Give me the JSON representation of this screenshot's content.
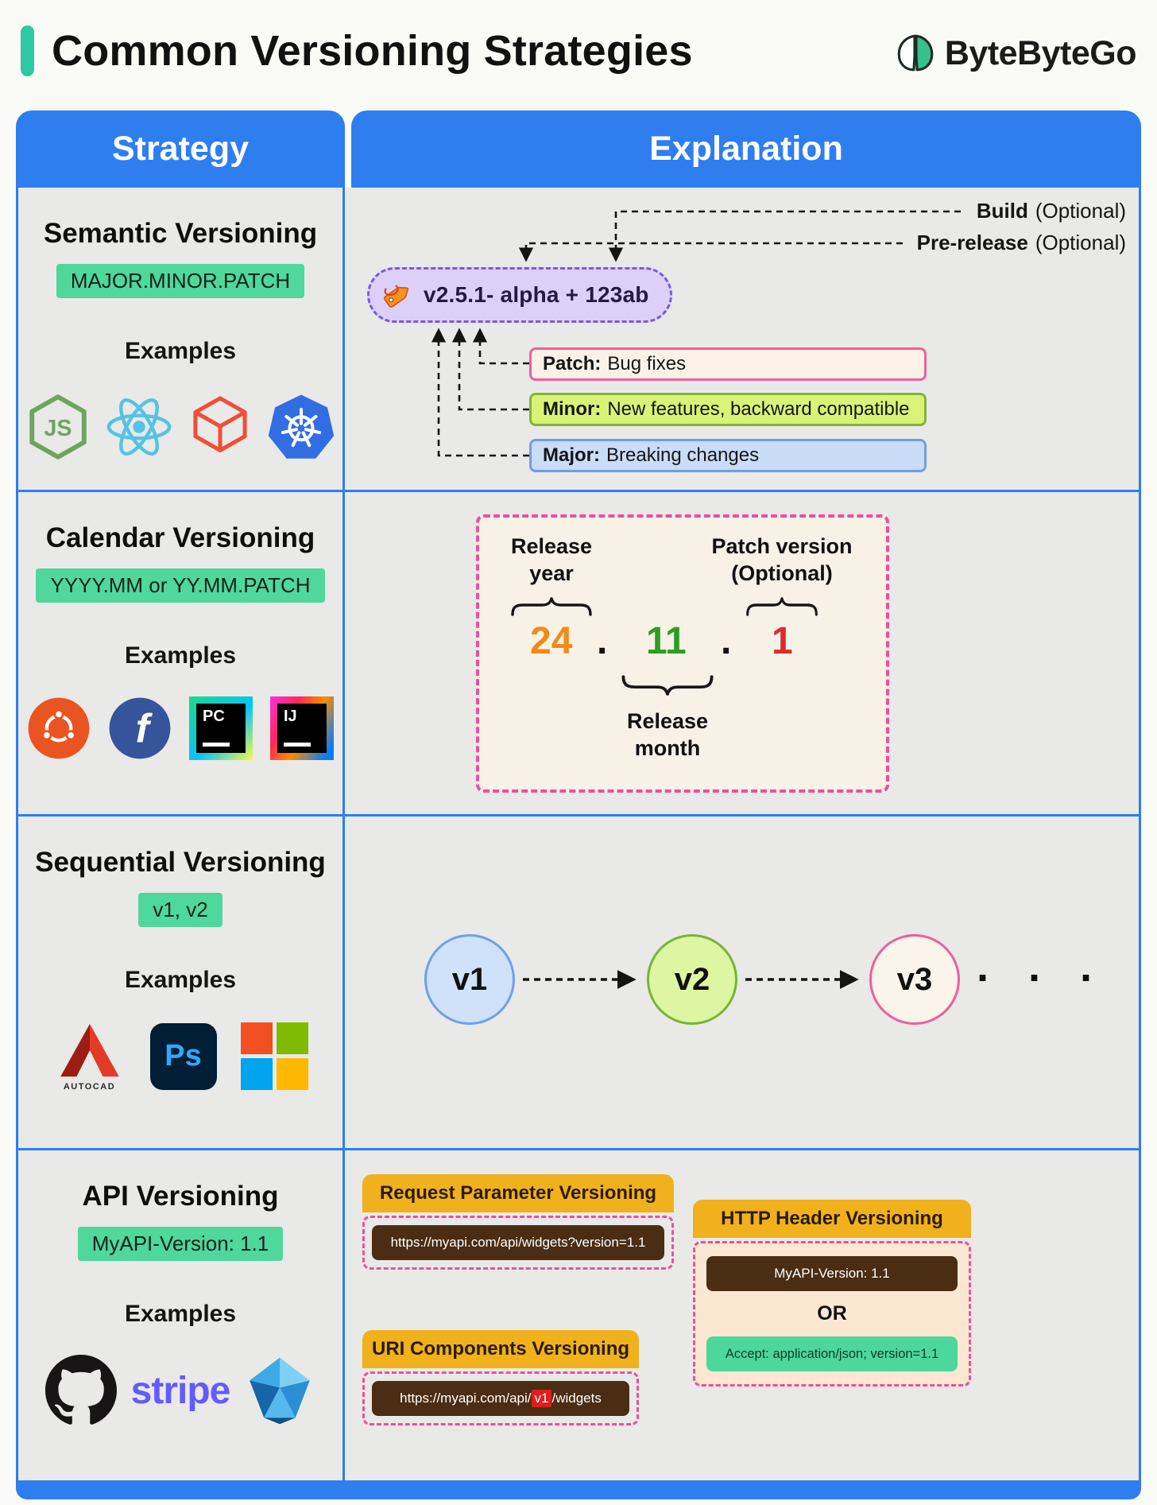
{
  "page": {
    "title": "Common Versioning Strategies",
    "brand": "ByteByteGo"
  },
  "table": {
    "headers": {
      "strategy": "Strategy",
      "explanation": "Explanation"
    }
  },
  "rows": {
    "semantic": {
      "title": "Semantic Versioning",
      "badge": "MAJOR.MINOR.PATCH",
      "examples_label": "Examples",
      "diagram": {
        "build_label": "Build",
        "build_optional": "(Optional)",
        "prerelease_label": "Pre-release",
        "prerelease_optional": "(Optional)",
        "version_text": "v2.5.1- alpha + 123ab",
        "patch_label": "Patch:",
        "patch_text": "Bug fixes",
        "minor_label": "Minor:",
        "minor_text": "New features, backward compatible",
        "major_label": "Major:",
        "major_text": "Breaking changes"
      }
    },
    "calendar": {
      "title": "Calendar Versioning",
      "badge": "YYYY.MM or YY.MM.PATCH",
      "examples_label": "Examples",
      "diagram": {
        "release_year": "Release year",
        "patch_version": "Patch version (Optional)",
        "release_month": "Release month",
        "year": "24",
        "month": "11",
        "patch_num": "1",
        "dot": "."
      }
    },
    "sequential": {
      "title": "Sequential Versioning",
      "badge": "v1, v2",
      "examples_label": "Examples",
      "diagram": {
        "v1": "v1",
        "v2": "v2",
        "v3": "v3",
        "ellipsis": "· · ·"
      }
    },
    "api": {
      "title": "API Versioning",
      "badge": "MyAPI-Version: 1.1",
      "examples_label": "Examples",
      "cards": {
        "request_param": {
          "title": "Request Parameter Versioning",
          "url": "https://myapi.com/api/widgets?version=1.1"
        },
        "uri": {
          "title": "URI Components Versioning",
          "url_prefix": "https://myapi.com/api/",
          "url_version": "v1",
          "url_suffix": "/widgets"
        },
        "header": {
          "title": "HTTP Header Versioning",
          "header_value": "MyAPI-Version: 1.1",
          "or_label": "OR",
          "accept_value": "Accept: application/json; version=1.1"
        }
      }
    }
  },
  "icons": {
    "nodejs": "JS",
    "fedora": "f",
    "pycharm": "PC",
    "intellij": "IJ",
    "photoshop": "Ps",
    "autocad": "AUTOCAD",
    "stripe": "stripe"
  },
  "colors": {
    "blue": "#2e7ef0",
    "cellbg": "#e9e9e7",
    "mint": "#4fd79c",
    "teal": "#2ec9a0",
    "gold": "#f0b11d",
    "brown": "#4a2d12",
    "pink": "#ee4f9b",
    "purpleb": "#7a5be0",
    "purplef": "#dcd0f8",
    "patchbg": "#faf2e6",
    "patchbd": "#ef5f9e",
    "minorbg": "#d9f377",
    "minorbd": "#86b23c",
    "majorbg": "#c9dcf8",
    "majorbd": "#6f9ee8",
    "cream": "#f7f1e6",
    "peach": "#fce8d2",
    "greenbox": "#4ed79b",
    "orange": "#ef8b16",
    "green": "#2e9c22",
    "red": "#da2c2c",
    "redhl": "#e11d1d",
    "stripe": "#635bff"
  }
}
